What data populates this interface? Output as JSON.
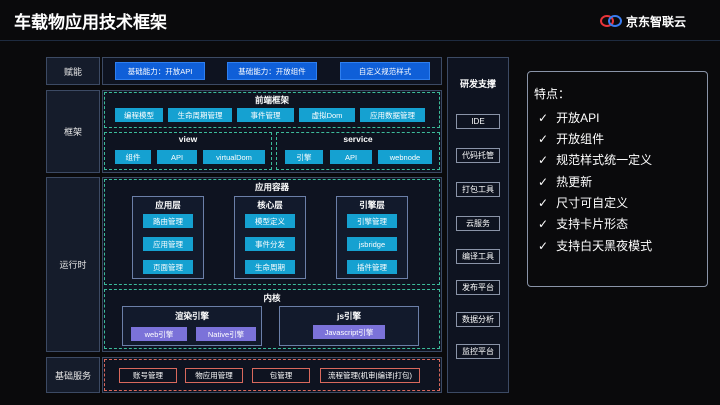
{
  "title": "车载物应用技术框架",
  "logo": {
    "text": "京东智联云"
  },
  "rows": {
    "funeng": "赋能",
    "kuangjia": "框架",
    "yunxingshi": "运行时",
    "jichu": "基础服务"
  },
  "funeng_items": [
    "基础能力：开放API",
    "基础能力：开放组件",
    "自定义规范样式"
  ],
  "frontend": {
    "title": "前端框架",
    "items": [
      "编程模型",
      "生命周期管理",
      "事件管理",
      "虚拟Dom",
      "应用数据管理"
    ]
  },
  "view": {
    "title": "view",
    "items": [
      "组件",
      "API",
      "virtualDom"
    ]
  },
  "service": {
    "title": "service",
    "items": [
      "引擎",
      "API",
      "webnode"
    ]
  },
  "container": {
    "title": "应用容器",
    "app_layer": {
      "title": "应用层",
      "items": [
        "路由管理",
        "应用管理",
        "页面管理"
      ]
    },
    "core_layer": {
      "title": "核心层",
      "items": [
        "模型定义",
        "事件分发",
        "生命周期"
      ]
    },
    "engine_layer": {
      "title": "引擎层",
      "items": [
        "引擎管理",
        "jsbridge",
        "插件管理"
      ]
    }
  },
  "kernel": {
    "title": "内核",
    "render": {
      "title": "渲染引擎",
      "items": [
        "web引擎",
        "Native引擎"
      ]
    },
    "js": {
      "title": "js引擎",
      "items": [
        "Javascript引擎"
      ]
    }
  },
  "base_items": [
    "账号管理",
    "物应用管理",
    "包管理",
    "流程管理(机审|编译|打包)"
  ],
  "dev_support": {
    "title": "研发支撑",
    "items": [
      "IDE",
      "代码托管",
      "打包工具",
      "云服务",
      "编译工具",
      "发布平台",
      "数据分析",
      "监控平台"
    ]
  },
  "features": {
    "title": "特点：",
    "items": [
      "开放API",
      "开放组件",
      "规范样式统一定义",
      "热更新",
      "尺寸可自定义",
      "支持卡片形态",
      "支持白天黑夜模式"
    ]
  },
  "colors": {
    "accent_blue": "#0f5fd8",
    "cyan": "#15a1d1",
    "purple": "#7b72d9",
    "dashed_green": "#3cbc9a",
    "dashed_red": "#d9695d"
  }
}
